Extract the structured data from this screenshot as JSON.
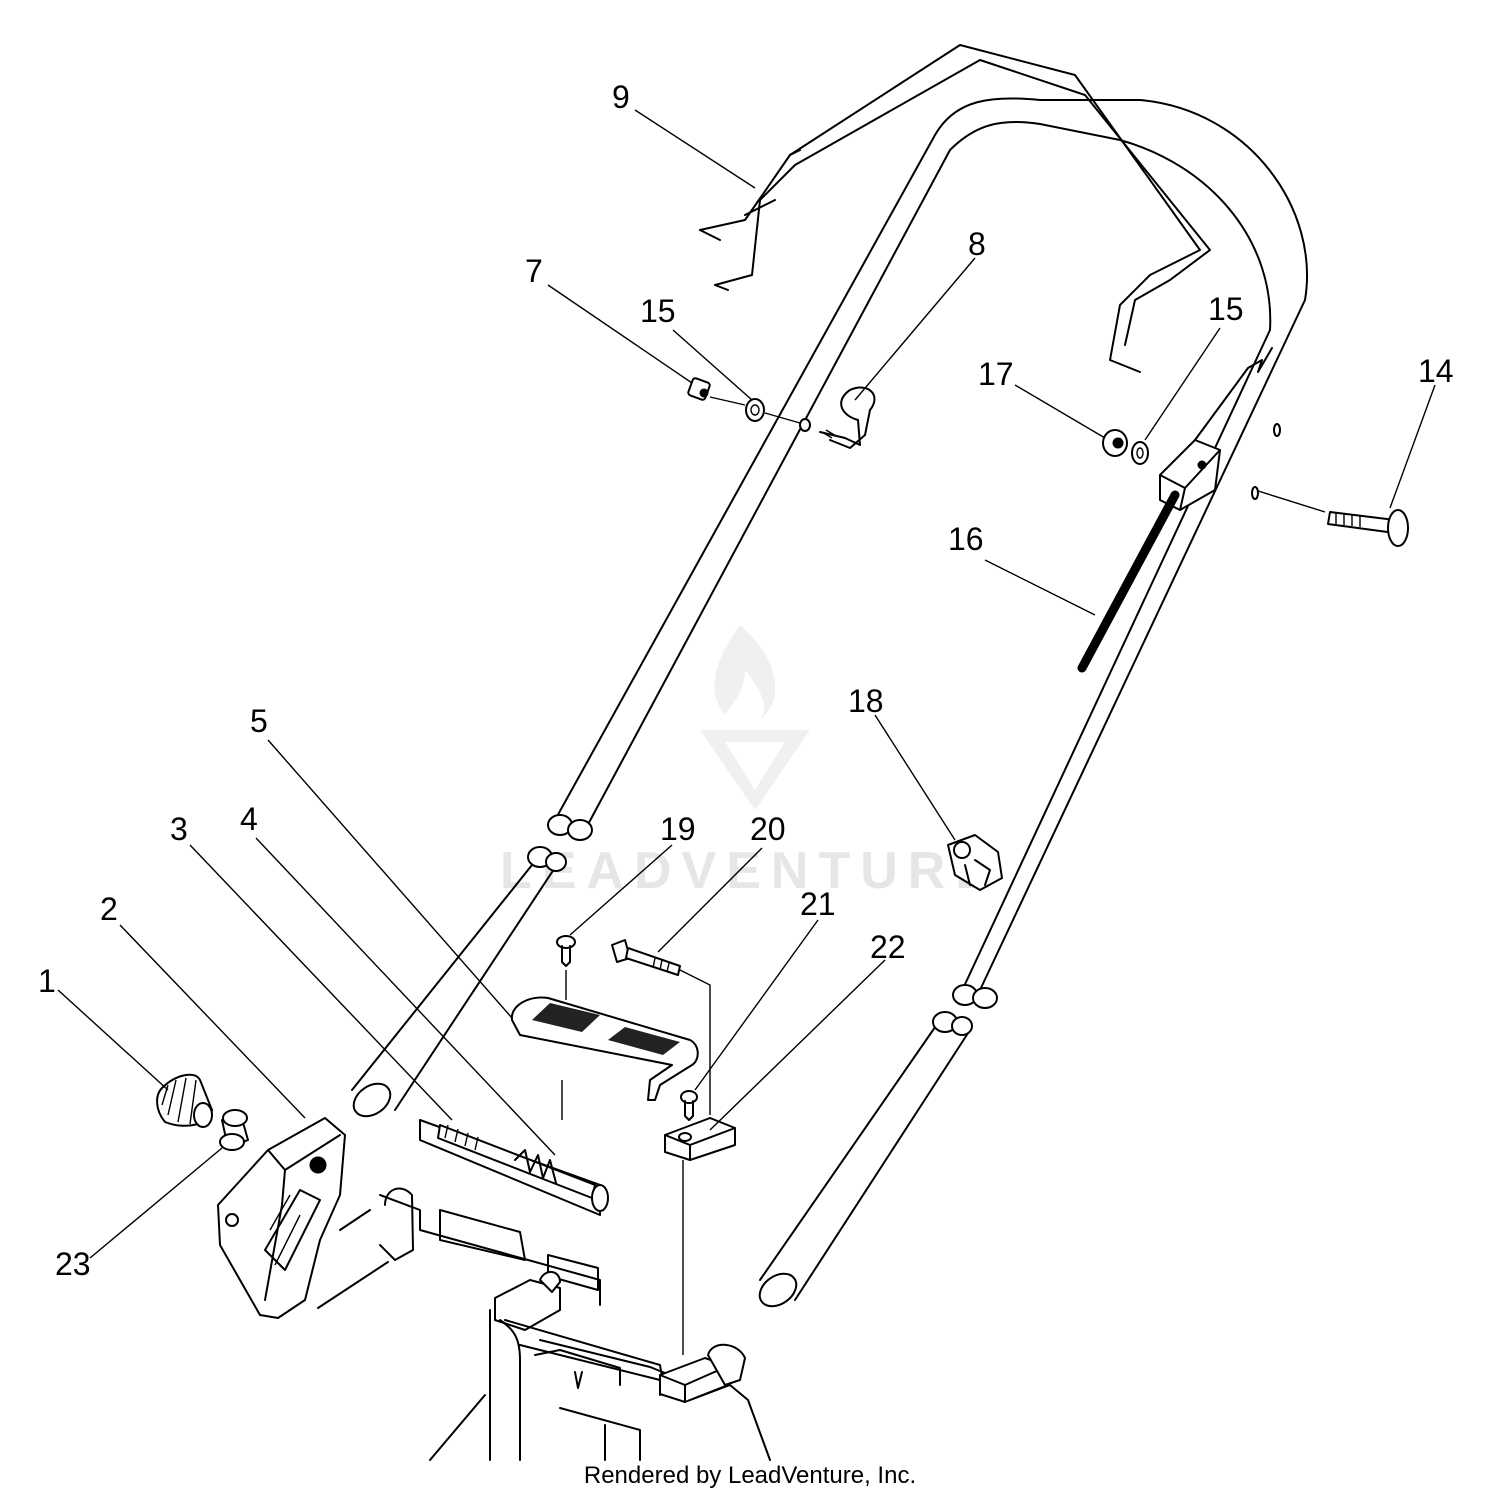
{
  "callouts": [
    {
      "id": "1",
      "text": "1"
    },
    {
      "id": "2",
      "text": "2"
    },
    {
      "id": "3",
      "text": "3"
    },
    {
      "id": "4",
      "text": "4"
    },
    {
      "id": "5",
      "text": "5"
    },
    {
      "id": "7",
      "text": "7"
    },
    {
      "id": "8",
      "text": "8"
    },
    {
      "id": "9",
      "text": "9"
    },
    {
      "id": "14",
      "text": "14"
    },
    {
      "id": "15a",
      "text": "15"
    },
    {
      "id": "15b",
      "text": "15"
    },
    {
      "id": "16",
      "text": "16"
    },
    {
      "id": "17",
      "text": "17"
    },
    {
      "id": "18",
      "text": "18"
    },
    {
      "id": "19",
      "text": "19"
    },
    {
      "id": "20",
      "text": "20"
    },
    {
      "id": "21",
      "text": "21"
    },
    {
      "id": "22",
      "text": "22"
    },
    {
      "id": "23",
      "text": "23"
    }
  ],
  "watermark": "LEADVENTURE",
  "footer": "Rendered by LeadVenture, Inc.",
  "colors": {
    "line": "#000000",
    "watermark": "#e6e6e6",
    "background": "#ffffff"
  }
}
